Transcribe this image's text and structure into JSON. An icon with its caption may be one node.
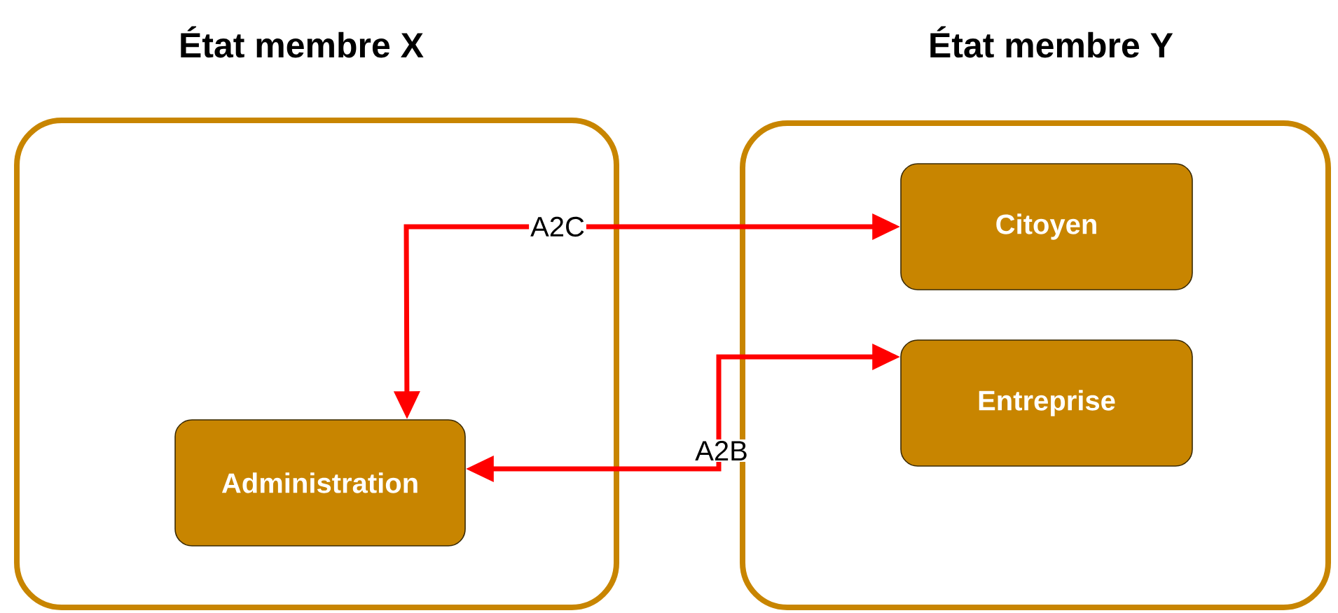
{
  "diagram": {
    "nodes": [
      {
        "text": [
          "État membre X"
        ]
      },
      {
        "text": [
          "Administration"
        ],
        "in": 0
      },
      {
        "text": [
          "État membre Y"
        ]
      },
      {
        "text": [
          "Citoyen"
        ],
        "in": 2
      },
      {
        "text": [
          "Entreprise"
        ],
        "in": 2
      }
    ],
    "edges": [
      {
        "from": 3,
        "to": 1,
        "arrow": "both",
        "label": "A2C"
      },
      {
        "from": 4,
        "to": 1,
        "arrow": "both",
        "label": "A2B"
      }
    ]
  }
}
